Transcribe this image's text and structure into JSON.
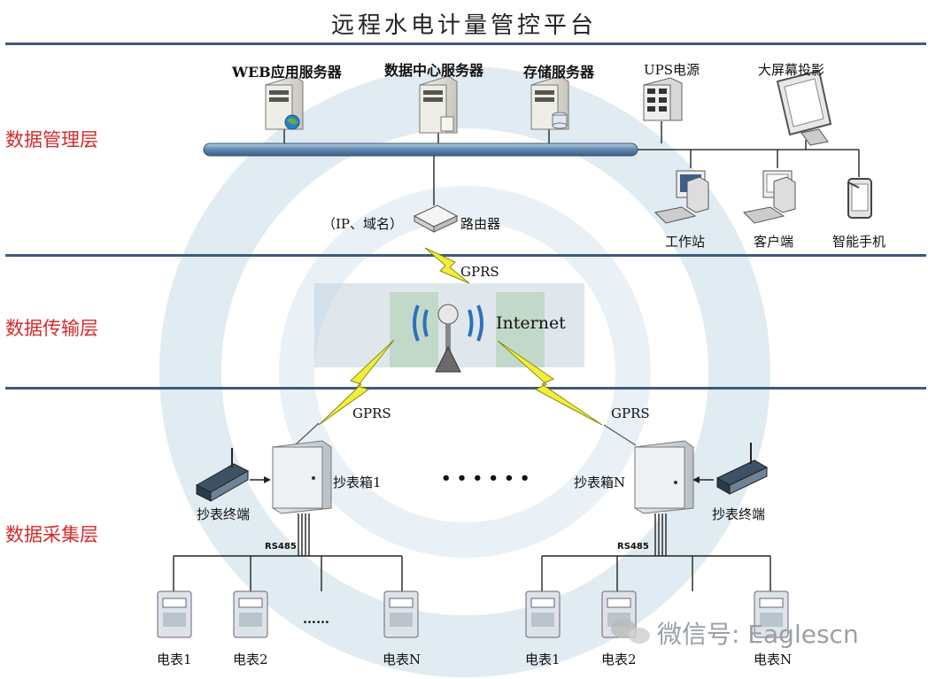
{
  "title": "远程水电计量管控平台",
  "layers": {
    "management": "数据管理层",
    "transmission": "数据传输层",
    "collection": "数据采集层"
  },
  "servers": {
    "web": "WEB应用服务器",
    "datacenter": "数据中心服务器",
    "storage": "存储服务器",
    "ups": "UPS电源",
    "projector": "大屏幕投影"
  },
  "clients": {
    "workstation": "工作站",
    "client": "客户端",
    "phone": "智能手机"
  },
  "router": {
    "label": "路由器",
    "note": "（IP、域名）"
  },
  "links": {
    "gprs_top": "GPRS",
    "internet": "Internet",
    "gprs_left": "GPRS",
    "gprs_right": "GPRS",
    "rs485_left": "RS485",
    "rs485_right": "RS485"
  },
  "boxes": {
    "box1": "抄表箱1",
    "boxN": "抄表箱N",
    "ellipsis": "• • • • • •",
    "terminal_left": "抄表终端",
    "terminal_right": "抄表终端"
  },
  "meters_left": [
    "电表1",
    "电表2",
    "……",
    "电表N"
  ],
  "meters_right": [
    "电表1",
    "电表2",
    "电表N"
  ],
  "watermark": {
    "text": "微信号: Eaglescn"
  }
}
